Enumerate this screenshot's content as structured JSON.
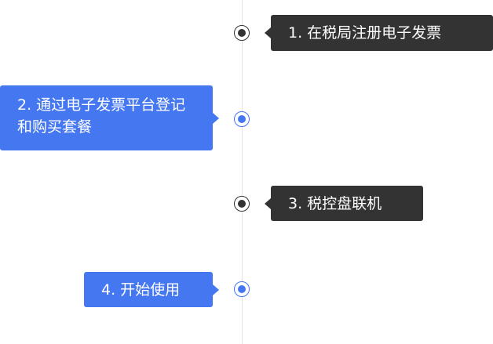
{
  "steps": [
    {
      "label": "1. 在税局注册电子发票"
    },
    {
      "label": "2. 通过电子发票平台登记和购买套餐"
    },
    {
      "label": "3. 税控盘联机"
    },
    {
      "label": "4. 开始使用"
    }
  ],
  "colors": {
    "dark": "#333333",
    "blue": "#4577f0",
    "line": "#e3e3e3"
  }
}
